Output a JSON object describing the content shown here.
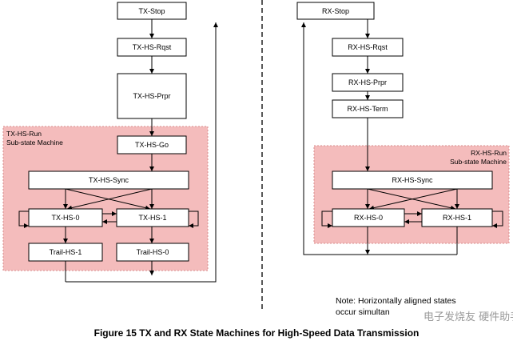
{
  "tx": {
    "region_label_1": "TX-HS-Run",
    "region_label_2": "Sub-state Machine",
    "stop": "TX-Stop",
    "rqst": "TX-HS-Rqst",
    "prpr": "TX-HS-Prpr",
    "go": "TX-HS-Go",
    "sync": "TX-HS-Sync",
    "hs0": "TX-HS-0",
    "hs1": "TX-HS-1",
    "trail1": "Trail-HS-1",
    "trail0": "Trail-HS-0"
  },
  "rx": {
    "region_label_1": "RX-HS-Run",
    "region_label_2": "Sub-state Machine",
    "stop": "RX-Stop",
    "rqst": "RX-HS-Rqst",
    "prpr": "RX-HS-Prpr",
    "term": "RX-HS-Term",
    "sync": "RX-HS-Sync",
    "hs0": "RX-HS-0",
    "hs1": "RX-HS-1"
  },
  "note": {
    "line1": "Note: Horizontally aligned states",
    "line2": "occur simultan"
  },
  "caption": "Figure 15 TX and RX State Machines for High-Speed Data Transmission",
  "watermark": "电子发烧友 硬件助手"
}
